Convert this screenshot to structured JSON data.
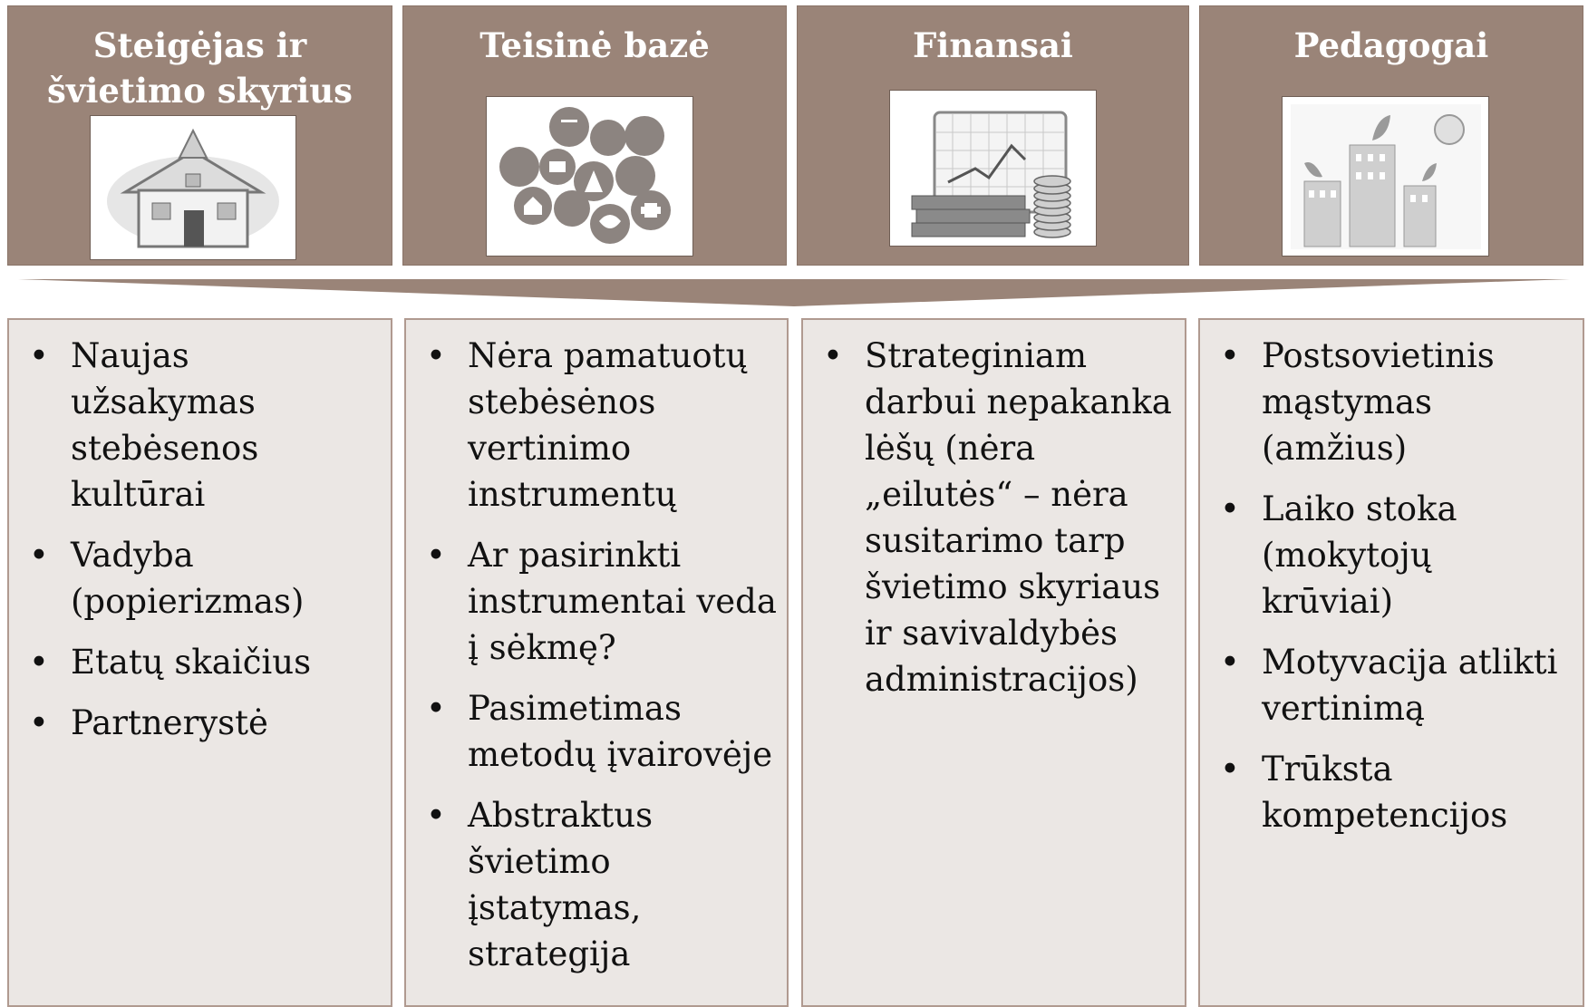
{
  "columns": [
    {
      "title": "Steigėjas ir švietimo skyrius",
      "icon": "school-house-icon",
      "items": [
        "Naujas užsakymas stebėsenos kultūrai",
        "Vadyba (popierizmas)",
        "Etatų skaičius",
        "Partnerystė"
      ]
    },
    {
      "title": "Teisinė bazė",
      "icon": "social-services-icons-collage",
      "items": [
        "Nėra pamatuotų stebėsėnos vertinimo instrumentų",
        "Ar pasirinkti instrumentai veda į sėkmę?",
        "Pasimetimas metodų įvairovėje",
        "Abstraktus švietimo įstatymas, strategija"
      ]
    },
    {
      "title": "Finansai",
      "icon": "finance-chart-money-icon",
      "items": [
        "Strateginiam darbui nepakanka lėšų (nėra „eilutės“ – nėra susitarimo tarp švietimo skyriaus ir savivaldybės administracijos)"
      ]
    },
    {
      "title": "Pedagogai",
      "icon": "growing-buildings-icon",
      "items": [
        "Postsovietinis mąstymas (amžius)",
        "Laiko stoka (mokytojų krūviai)",
        "Motyvacija atlikti vertinimą",
        "Trūksta kompetencijos"
      ]
    }
  ],
  "colors": {
    "header_bg": "#9a8478",
    "body_bg": "#ebe7e4",
    "arrow": "#9a8478"
  }
}
